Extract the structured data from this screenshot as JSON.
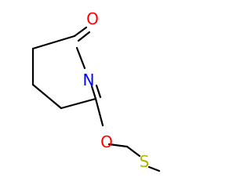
{
  "molecule": {
    "atoms": {
      "oxygen_carbonyl": {
        "symbol": "O",
        "color": "#ff0000"
      },
      "nitrogen": {
        "symbol": "N",
        "color": "#0000ff"
      },
      "oxygen_ether": {
        "symbol": "O",
        "color": "#ff0000"
      },
      "sulfur": {
        "symbol": "S",
        "color": "#b2b200"
      }
    },
    "bond_color": "#000000"
  }
}
